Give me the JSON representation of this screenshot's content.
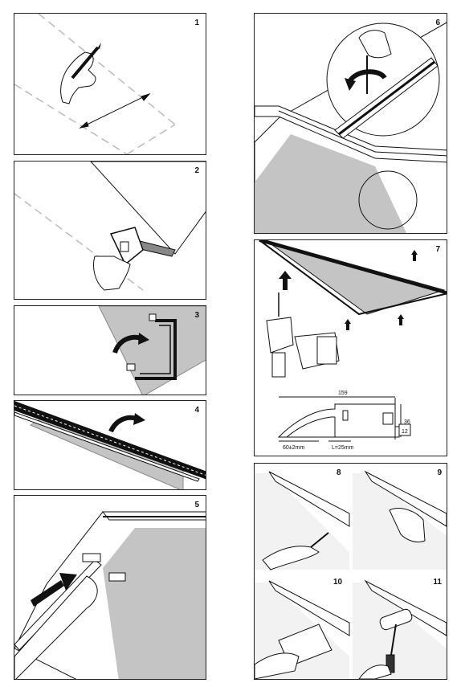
{
  "steps": {
    "s1": "1",
    "s2": "2",
    "s3": "3",
    "s4": "4",
    "s5": "5",
    "s6": "6",
    "s7": "7",
    "s8": "8",
    "s9": "9",
    "s10": "10",
    "s11": "11"
  },
  "profile": {
    "width": "159",
    "height": "36",
    "inner_height": "12",
    "offset": "60±2mm",
    "overlap": "L=25mm"
  },
  "colors": {
    "fabric": "#c4c4c4",
    "frame": "#1a1a1a",
    "line": "#222222",
    "guide_dash": "#bbbbbb"
  },
  "icons": [
    "pencil-icon",
    "hand-icon",
    "saw-icon",
    "curved-arrow-icon",
    "drill-icon",
    "rotate-arrow-icon",
    "up-arrow-icon",
    "spatula-icon",
    "paint-roller-icon"
  ]
}
